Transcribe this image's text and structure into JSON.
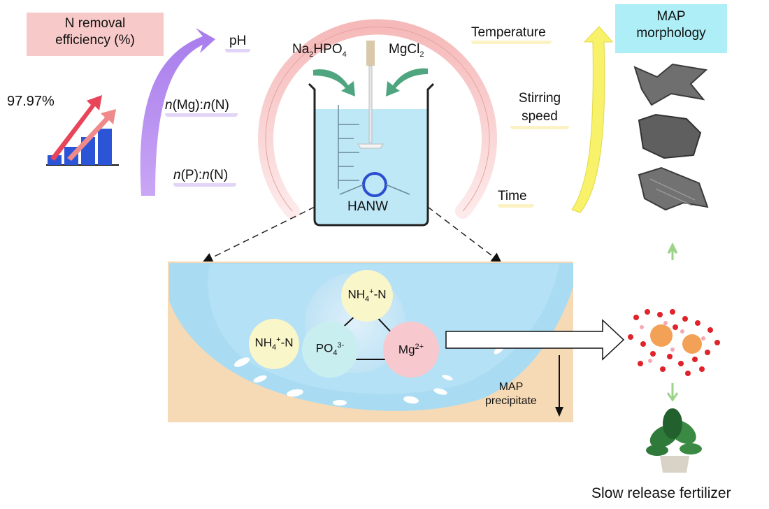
{
  "left": {
    "efficiency_label_line1": "N removal",
    "efficiency_label_line2": "efficiency (%)",
    "efficiency_value": "97.97%"
  },
  "factors_left": {
    "ph": "pH",
    "mg_n": {
      "p1": "n",
      "p2": "(Mg):",
      "p3": "n",
      "p4": "(N)"
    },
    "p_n": {
      "p1": "n",
      "p2": "(P):",
      "p3": "n",
      "p4": "(N)"
    }
  },
  "factors_right": {
    "temperature": "Temperature",
    "stirring_line1": "Stirring",
    "stirring_line2": "speed",
    "time": "Time"
  },
  "reagents": {
    "na_a": "Na",
    "na_sub1": "2",
    "na_b": "HPO",
    "na_sub2": "4",
    "mg_a": "MgCl",
    "mg_sub": "2"
  },
  "beaker": {
    "label": "HANW"
  },
  "zoom": {
    "ion_nh4_left": {
      "a": "NH",
      "sub": "4",
      "sup": "+",
      "b": "-N"
    },
    "ion_nh4_top": {
      "a": "NH",
      "sub": "4",
      "sup": "+",
      "b": "-N"
    },
    "ion_po4": {
      "a": "PO",
      "sub": "4",
      "sup": "3-"
    },
    "ion_mg": {
      "a": "Mg",
      "sup": "2+"
    },
    "precipitate_line1": "MAP",
    "precipitate_line2": "precipitate"
  },
  "right": {
    "morphology_line1": "MAP",
    "morphology_line2": "morphology",
    "fertilizer": "Slow release fertilizer"
  },
  "colors": {
    "efficiency_badge": "#f8c9c9",
    "morphology_badge": "#aeeef7",
    "purple_arrow": "#b58cf0",
    "yellow_arrow": "#f7f26a",
    "water": "#a9dcf2",
    "sand": "#f6d9b5",
    "bar_blue": "#2b55d6",
    "red_arrow": "#e8445a"
  }
}
